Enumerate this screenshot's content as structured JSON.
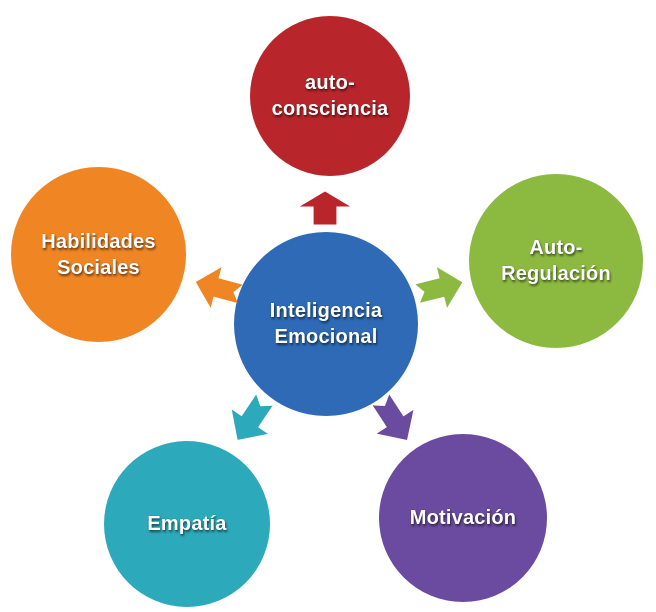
{
  "diagram": {
    "title": "Inteligencia Emocional",
    "background": "#FFFFFF",
    "text_color": "#FFFFFF",
    "center": {
      "id": "inteligencia-emocional",
      "lines": [
        "Inteligencia",
        "Emocional"
      ],
      "color": "#2E6AB5"
    },
    "nodes": [
      {
        "id": "auto-consciencia",
        "position": "top",
        "lines": [
          "auto-",
          "consciencia"
        ],
        "color": "#B8262B"
      },
      {
        "id": "auto-regulacion",
        "position": "right",
        "lines": [
          "Auto-",
          "Regulación"
        ],
        "color": "#8CBA41"
      },
      {
        "id": "motivacion",
        "position": "bottom-right",
        "lines": [
          "Motivación"
        ],
        "color": "#6A4B9F"
      },
      {
        "id": "empatia",
        "position": "bottom-left",
        "lines": [
          "Empatía"
        ],
        "color": "#2CA9BA"
      },
      {
        "id": "habilidades-sociales",
        "position": "left",
        "lines": [
          "Habilidades",
          "Sociales"
        ],
        "color": "#F08524"
      }
    ]
  }
}
